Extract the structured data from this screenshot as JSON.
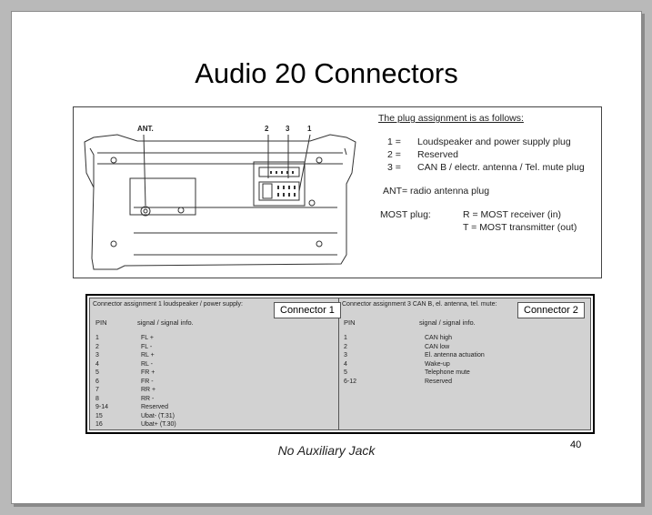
{
  "slide": {
    "title": "Audio 20 Connectors",
    "caption": "No Auxiliary Jack",
    "page_number": "40"
  },
  "diagram": {
    "ant_label": "ANT.",
    "num_labels": [
      "2",
      "3",
      "1"
    ],
    "plug_assignment": {
      "heading": "The plug assignment is as follows:",
      "items": [
        {
          "num": "1 =",
          "text": "Loudspeaker and power supply plug"
        },
        {
          "num": "2 =",
          "text": "Reserved"
        },
        {
          "num": "3 =",
          "text": "CAN B / electr. antenna / Tel. mute plug"
        }
      ],
      "ant_line": "ANT= radio antenna plug",
      "most_label": "MOST plug:",
      "most_r": "R = MOST receiver (in)",
      "most_t": "T = MOST transmitter (out)"
    }
  },
  "connector1": {
    "header": "Connector assignment 1 loudspeaker / power supply:",
    "label": "Connector 1",
    "pin_header": "PIN",
    "signal_header": "signal / signal info.",
    "rows": [
      {
        "pin": "1",
        "signal": "FL +"
      },
      {
        "pin": "2",
        "signal": "FL -"
      },
      {
        "pin": "3",
        "signal": "RL +"
      },
      {
        "pin": "4",
        "signal": "RL -"
      },
      {
        "pin": "5",
        "signal": "FR +"
      },
      {
        "pin": "6",
        "signal": "FR -"
      },
      {
        "pin": "7",
        "signal": "RR +"
      },
      {
        "pin": "8",
        "signal": "RR -"
      },
      {
        "pin": "9-14",
        "signal": "Reserved"
      },
      {
        "pin": "15",
        "signal": "Ubat- (T.31)"
      },
      {
        "pin": "16",
        "signal": "Ubat+ (T.30)"
      }
    ]
  },
  "connector2": {
    "header": "Connector assignment 3 CAN B, el. antenna, tel. mute:",
    "label": "Connector 2",
    "pin_header": "PIN",
    "signal_header": "signal / signal info.",
    "rows": [
      {
        "pin": "1",
        "signal": "CAN high"
      },
      {
        "pin": "2",
        "signal": "CAN low"
      },
      {
        "pin": "3",
        "signal": "El. antenna actuation"
      },
      {
        "pin": "4",
        "signal": "Wake-up"
      },
      {
        "pin": "5",
        "signal": "Telephone mute"
      },
      {
        "pin": "6-12",
        "signal": "Reserved"
      }
    ]
  }
}
